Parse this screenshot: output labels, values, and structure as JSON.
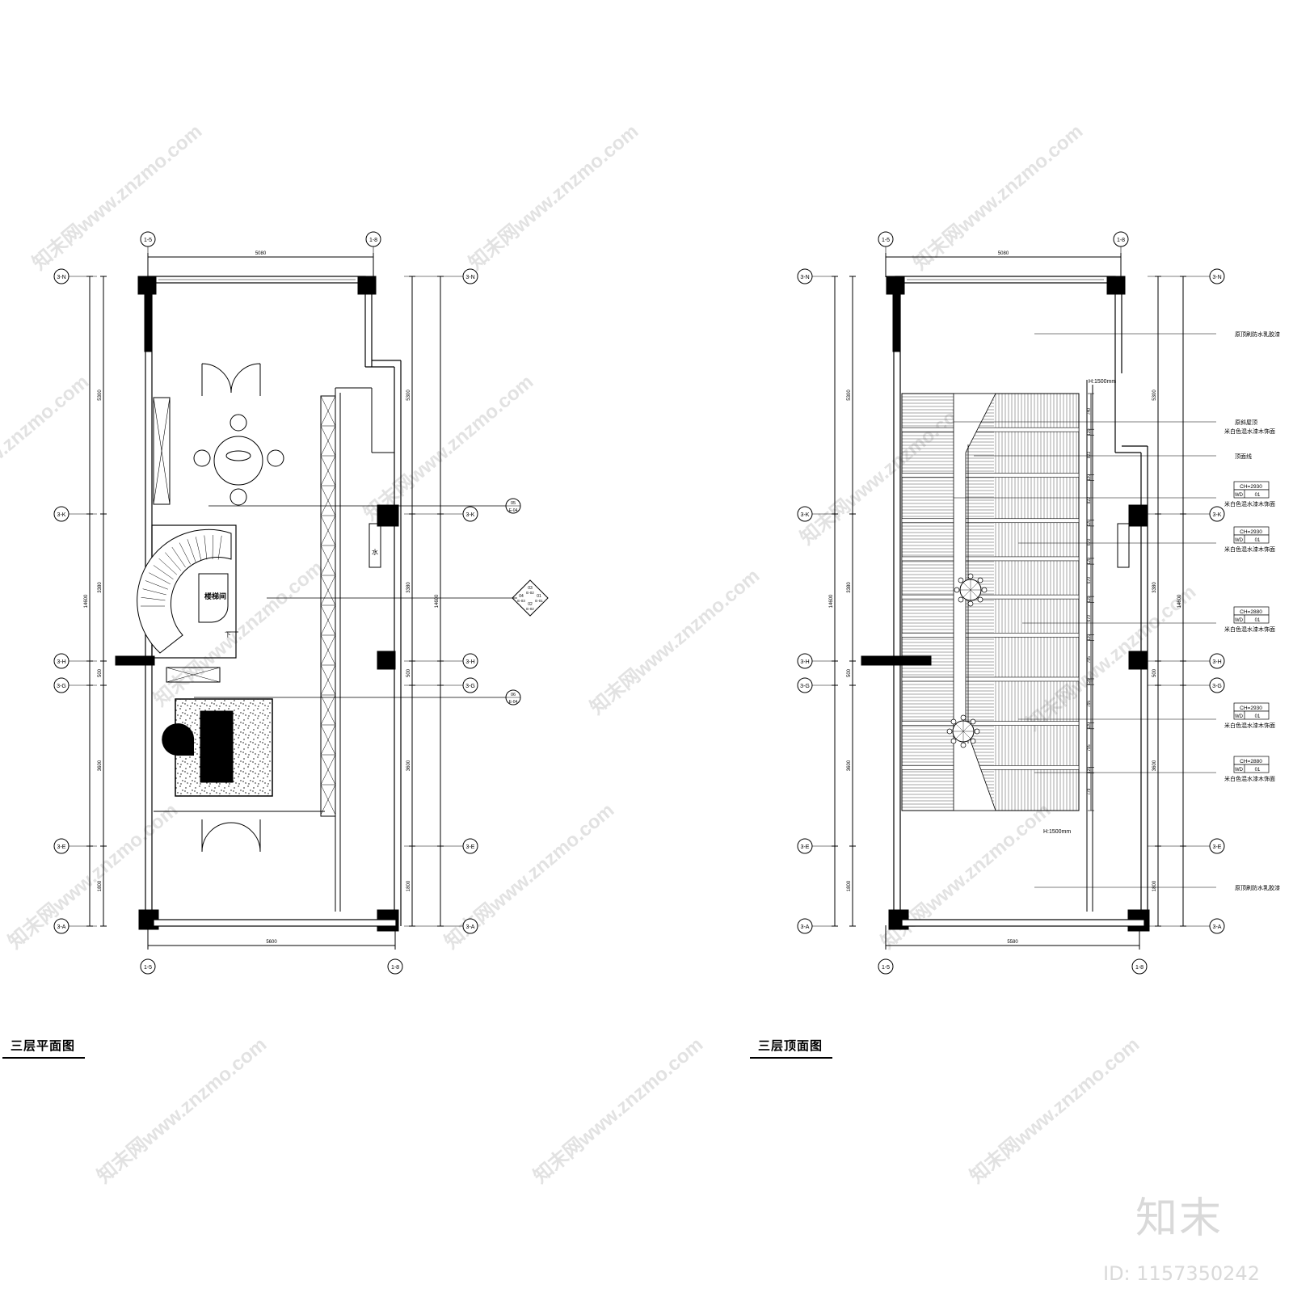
{
  "plan": {
    "title": "三层平面图",
    "stair_room_label": "楼梯间",
    "stair_down_label": "下",
    "water_heater_label": "水",
    "dims": {
      "top": "5080",
      "bottom": "5600",
      "left_total": "14600",
      "right_total": "14600",
      "left_segments": [
        "5300",
        "3380",
        "500",
        "3600",
        "1800"
      ],
      "right_segments": [
        "5300",
        "3380",
        "500",
        "3600",
        "1800"
      ]
    },
    "grid_bubbles": {
      "top": [
        "1-5",
        "1-8"
      ],
      "bottom": [
        "1-5",
        "1-8"
      ],
      "left": [
        "3-N",
        "3-K",
        "3-H",
        "3-G",
        "3-E",
        "3-A"
      ],
      "right": [
        "3-N",
        "3-K",
        "3-H",
        "3-G",
        "3-E",
        "3-A"
      ]
    },
    "elevation_tags": [
      {
        "num": "05",
        "sheet": "E-04"
      },
      {
        "num": "06",
        "sheet": "E-04"
      }
    ],
    "elevation_cluster": [
      {
        "num": "03",
        "sheet": "E-02"
      },
      {
        "num": "01",
        "sheet": "E-01"
      },
      {
        "num": "02",
        "sheet": "E-02"
      },
      {
        "num": "04",
        "sheet": "E-03"
      }
    ]
  },
  "ceiling": {
    "title": "三层顶面图",
    "dims": {
      "top": "5080",
      "bottom": "5580",
      "left_total": "14600",
      "right_total": "14600",
      "left_segments": [
        "5300",
        "3380",
        "500",
        "3600",
        "1800"
      ],
      "right_segments": [
        "5300",
        "3380",
        "500",
        "3600",
        "1800"
      ],
      "rafter_spacings": [
        "740",
        "120",
        "822",
        "120",
        "822",
        "120",
        "670",
        "120",
        "670",
        "120",
        "670",
        "120",
        "795",
        "120",
        "795",
        "120",
        "795",
        "120",
        "779"
      ]
    },
    "height_marks": [
      "H:1500mm",
      "H:1500mm"
    ],
    "grid_bubbles": {
      "top": [
        "1-5",
        "1-8"
      ],
      "bottom": [
        "1-5",
        "1-8"
      ],
      "left": [
        "3-N",
        "3-K",
        "3-H",
        "3-G",
        "3-E",
        "3-A"
      ],
      "right": [
        "3-N",
        "3-K",
        "3-H",
        "3-G",
        "3-E",
        "3-A"
      ]
    },
    "notes": [
      {
        "text": "原顶刷防水乳胶漆"
      },
      {
        "text": "原斜屋顶",
        "sub": "米白色混水漆木饰面"
      },
      {
        "text": "顶面线"
      },
      {
        "ch": "CH=2930",
        "code": "WD",
        "idx": "01",
        "text": "米白色混水漆木饰面"
      },
      {
        "ch": "CH=2930",
        "code": "WD",
        "idx": "01",
        "text": "米白色混水漆木饰面"
      },
      {
        "ch": "CH=2880",
        "code": "WD",
        "idx": "01",
        "text": "米白色混水漆木饰面"
      },
      {
        "ch": "CH=2930",
        "code": "WD",
        "idx": "01",
        "text": "米白色混水漆木饰面"
      },
      {
        "ch": "CH=2880",
        "code": "WD",
        "idx": "01",
        "text": "米白色混水漆木饰面"
      },
      {
        "text": "原顶刷防水乳胶漆"
      }
    ]
  },
  "watermark": {
    "text": "知末网www.znzmo.com"
  },
  "brand": {
    "logo": "知末",
    "id_label": "ID: 1157350242"
  }
}
